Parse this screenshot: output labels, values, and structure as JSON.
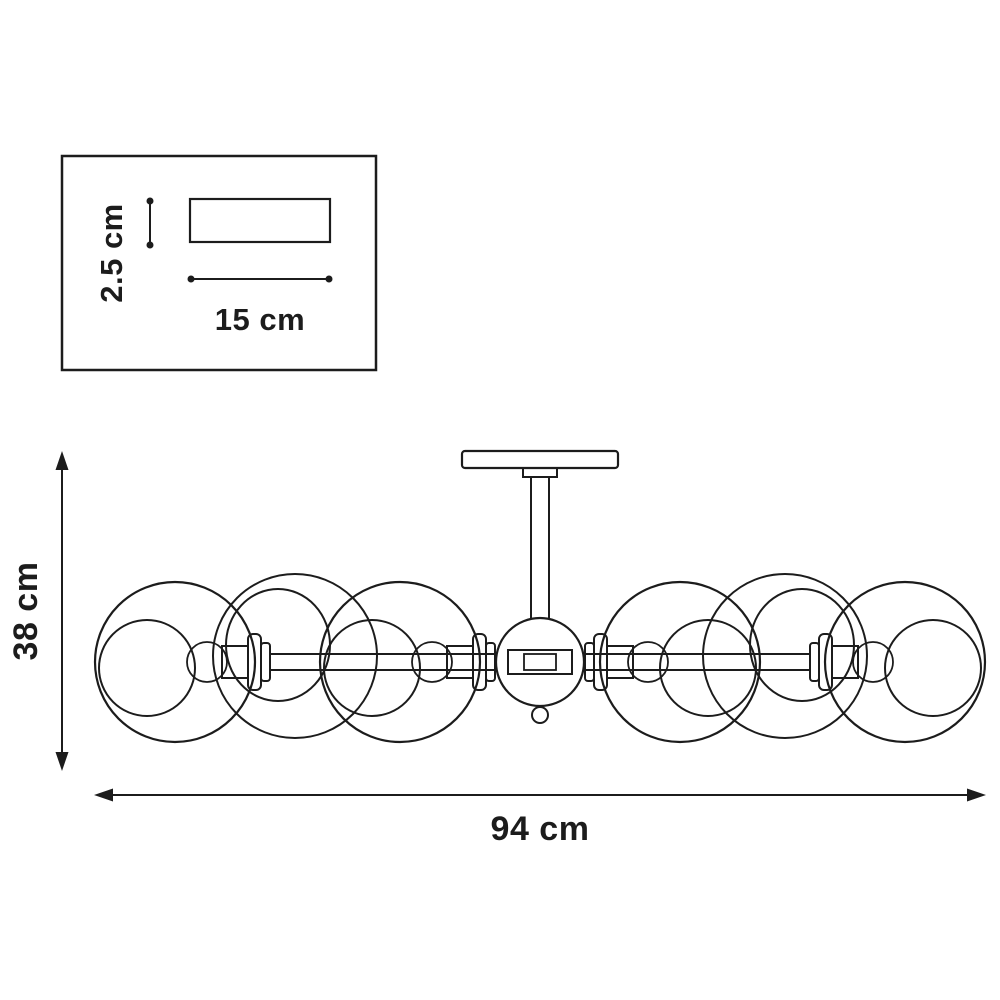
{
  "diagram": {
    "type": "technical-dimension-drawing",
    "subject": "ceiling chandelier with six glass globe shades, side elevation",
    "dimensions": {
      "fixture_width": "94 cm",
      "fixture_height": "38 cm",
      "canopy_height": "2.5 cm",
      "canopy_width": "15 cm"
    },
    "colors": {
      "line": "#1c1c1c",
      "background": "#ffffff"
    }
  }
}
